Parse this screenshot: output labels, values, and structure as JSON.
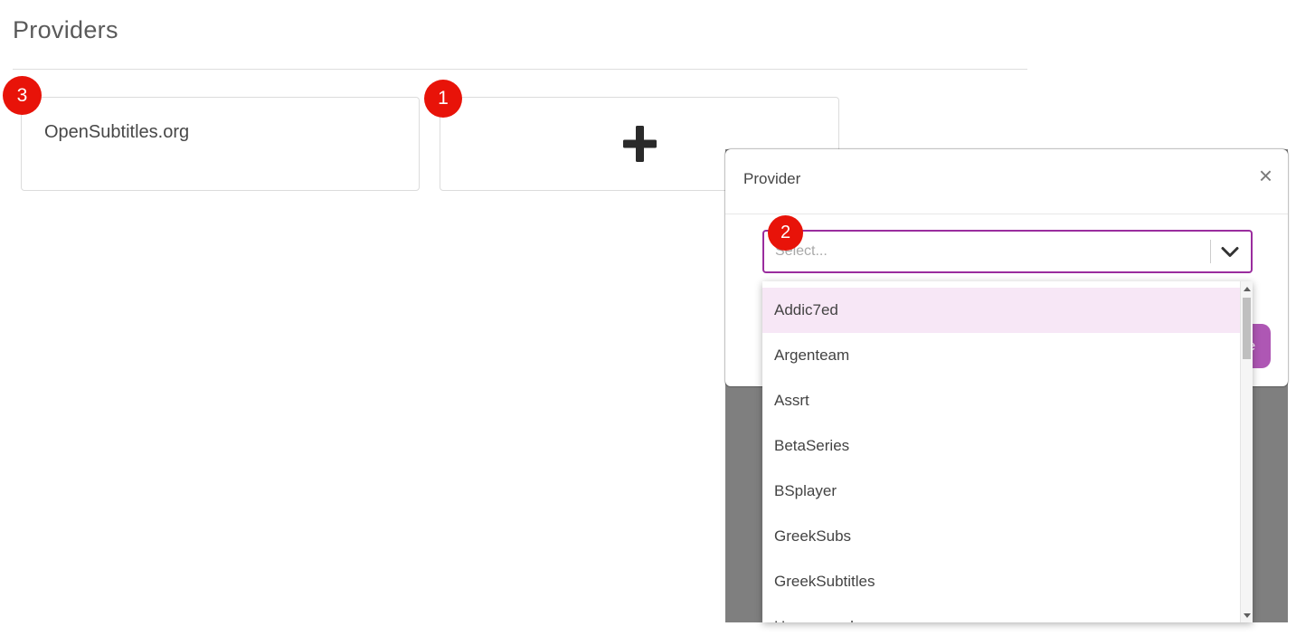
{
  "page": {
    "title": "Providers"
  },
  "providers": [
    {
      "name": "OpenSubtitles.org"
    }
  ],
  "annotations": {
    "card_open_badge": "3",
    "card_add_badge": "1",
    "select_badge": "2"
  },
  "modal": {
    "title": "Provider",
    "close_glyph": "×",
    "select": {
      "placeholder": "Select..."
    },
    "save_label": "Save",
    "options": [
      "Addic7ed",
      "Argenteam",
      "Assrt",
      "BetaSeries",
      "BSplayer",
      "GreekSubs",
      "GreekSubtitles",
      "Hosszupuska"
    ],
    "highlighted_option": "Addic7ed"
  },
  "colors": {
    "accent_purple": "#9a2d9e",
    "button_purple": "#ae57b4",
    "badge_red": "#e81309",
    "overlay_gray": "#7f7f7f",
    "option_highlight_pink": "#f7e7f6"
  }
}
